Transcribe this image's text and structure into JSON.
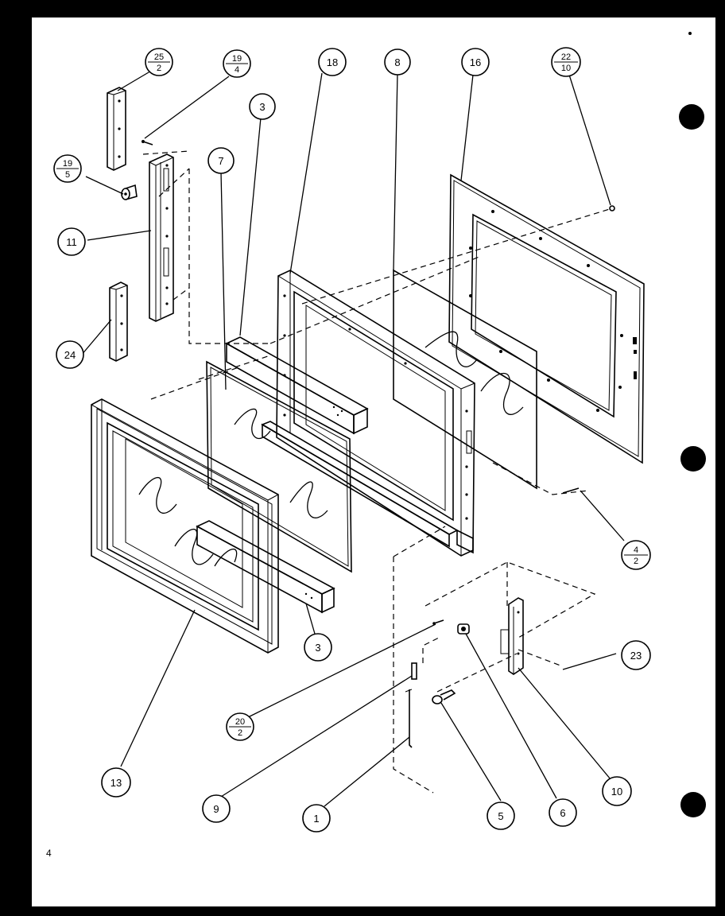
{
  "page_number": "4",
  "callouts": [
    {
      "id": "c25",
      "top": "25",
      "bottom": "2"
    },
    {
      "id": "c19a",
      "top": "19",
      "bottom": "4"
    },
    {
      "id": "c19b",
      "top": "19",
      "bottom": "5"
    },
    {
      "id": "c11",
      "label": "11"
    },
    {
      "id": "c24",
      "label": "24"
    },
    {
      "id": "c3a",
      "label": "3"
    },
    {
      "id": "c7",
      "label": "7"
    },
    {
      "id": "c18",
      "label": "18"
    },
    {
      "id": "c8",
      "label": "8"
    },
    {
      "id": "c16",
      "label": "16"
    },
    {
      "id": "c22",
      "top": "22",
      "bottom": "10"
    },
    {
      "id": "c4",
      "top": "4",
      "bottom": "2"
    },
    {
      "id": "c3b",
      "label": "3"
    },
    {
      "id": "c23",
      "label": "23"
    },
    {
      "id": "c20",
      "top": "20",
      "bottom": "2"
    },
    {
      "id": "c13",
      "label": "13"
    },
    {
      "id": "c9",
      "label": "9"
    },
    {
      "id": "c1",
      "label": "1"
    },
    {
      "id": "c5",
      "label": "5"
    },
    {
      "id": "c6",
      "label": "6"
    },
    {
      "id": "c10",
      "label": "10"
    }
  ]
}
